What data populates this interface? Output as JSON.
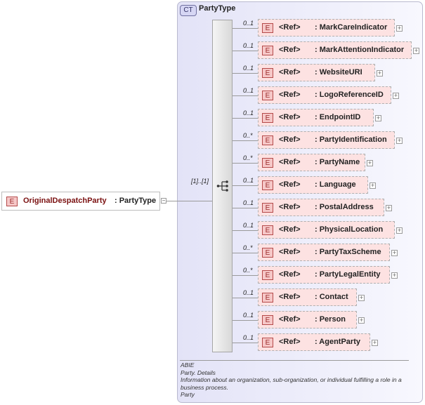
{
  "complex_type": {
    "badge": "CT",
    "name": "PartyType"
  },
  "root": {
    "badge": "E",
    "name": "OriginalDespatchParty",
    "type": ": PartyType",
    "cardinality": "[1]..[1]",
    "collapse_glyph": "−"
  },
  "ref_label": "<Ref>",
  "children": [
    {
      "card": "0..1",
      "name": ": MarkCareIndicator"
    },
    {
      "card": "0..1",
      "name": ": MarkAttentionIndicator"
    },
    {
      "card": "0..1",
      "name": ": WebsiteURI"
    },
    {
      "card": "0..1",
      "name": ": LogoReferenceID"
    },
    {
      "card": "0..1",
      "name": ": EndpointID"
    },
    {
      "card": "0..*",
      "name": ": PartyIdentification"
    },
    {
      "card": "0..*",
      "name": ": PartyName"
    },
    {
      "card": "0..1",
      "name": ": Language"
    },
    {
      "card": "0..1",
      "name": ": PostalAddress"
    },
    {
      "card": "0..1",
      "name": ": PhysicalLocation"
    },
    {
      "card": "0..*",
      "name": ": PartyTaxScheme"
    },
    {
      "card": "0..*",
      "name": ": PartyLegalEntity"
    },
    {
      "card": "0..1",
      "name": ": Contact"
    },
    {
      "card": "0..1",
      "name": ": Person"
    },
    {
      "card": "0..1",
      "name": ": AgentParty"
    }
  ],
  "annotation": [
    "ABIE",
    "Party. Details",
    "Information about an organization, sub-organization, or individual fulfilling a role in a business process.",
    "Party"
  ]
}
